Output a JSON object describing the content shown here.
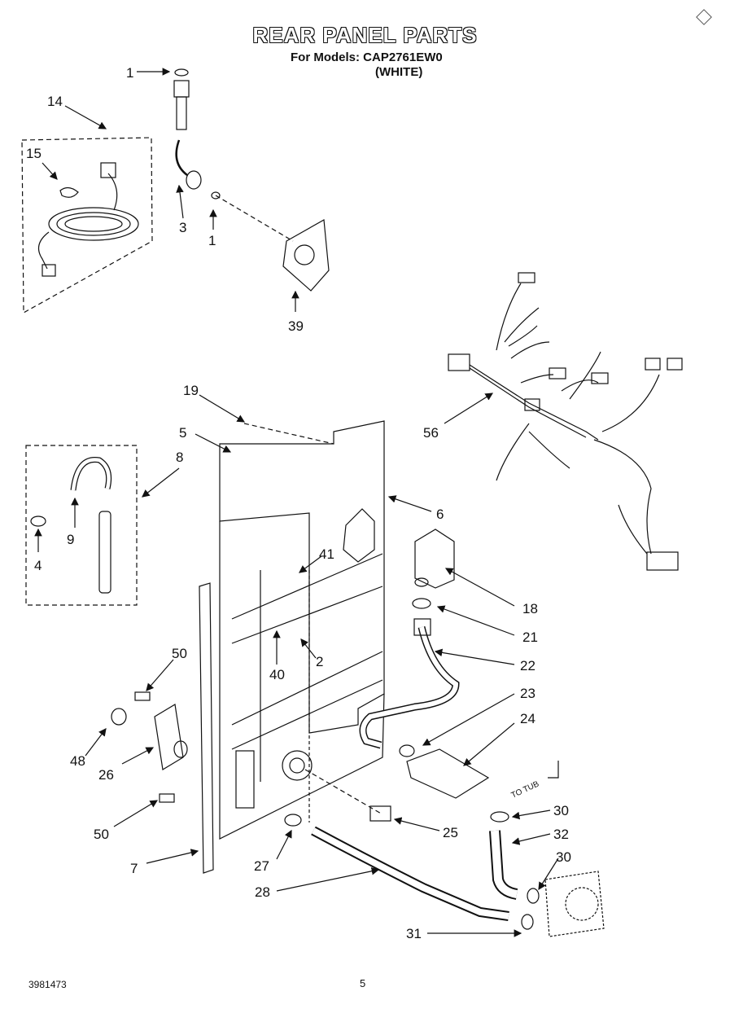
{
  "title": "REAR PANEL PARTS",
  "models_line": "For Models: CAP2761EW0",
  "color_line": "(WHITE)",
  "footer_code": "3981473",
  "page_number": "5",
  "to_tub_label": "TO TUB",
  "part_labels": {
    "p1_top": "1",
    "p14": "14",
    "p15": "15",
    "p3": "3",
    "p1_mid": "1",
    "p39": "39",
    "p19": "19",
    "p5": "5",
    "p8": "8",
    "p56": "56",
    "p9": "9",
    "p4": "4",
    "p6": "6",
    "p41": "41",
    "p18": "18",
    "p21": "21",
    "p40": "40",
    "p2": "2",
    "p22": "22",
    "p50_top": "50",
    "p23": "23",
    "p24": "24",
    "p48": "48",
    "p26": "26",
    "p30_top": "30",
    "p50_bot": "50",
    "p25": "25",
    "p32": "32",
    "p7": "7",
    "p27": "27",
    "p30_bot": "30",
    "p28": "28",
    "p31": "31"
  }
}
